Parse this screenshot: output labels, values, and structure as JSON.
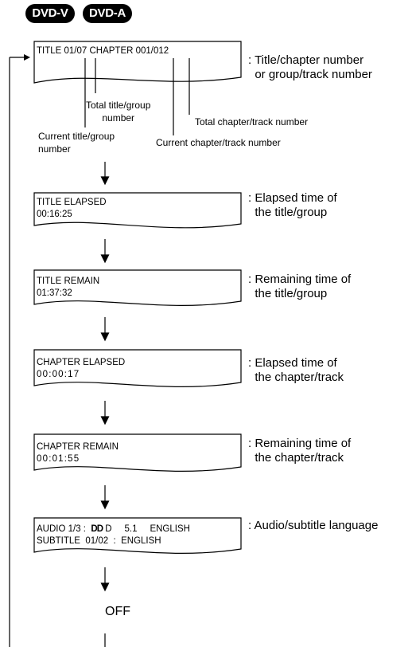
{
  "badges": [
    "DVD-V",
    "DVD-A"
  ],
  "screens": [
    {
      "line1": "TITLE 01/07 CHAPTER 001/012",
      "description": ": Title/chapter number\n  or group/track number"
    },
    {
      "line1": "TITLE ELAPSED",
      "line2": "00:16:25",
      "description": ": Elapsed time of\n  the title/group"
    },
    {
      "line1": "TITLE REMAIN",
      "line2": "01:37:32",
      "description": ": Remaining time of\n  the title/group"
    },
    {
      "line1": "CHAPTER ELAPSED",
      "line2": "00:00:17",
      "description": ": Elapsed time of\n  the chapter/track"
    },
    {
      "line1": "CHAPTER REMAIN",
      "line2": "00:01:55",
      "description": ": Remaining time of\n  the chapter/track"
    },
    {
      "line1_prefix": "AUDIO 1/3 :",
      "dolby_symbol": "DD",
      "line1_suffix": "D     5.1     ENGLISH",
      "line2": "SUBTITLE  01/02  :  ENGLISH",
      "description": ": Audio/subtitle language"
    }
  ],
  "annotations": {
    "total_title": "Total title/group\nnumber",
    "current_title": "Current title/group\nnumber",
    "total_chapter": "Total chapter/track number",
    "current_chapter": "Current chapter/track number"
  },
  "off_label": "OFF",
  "colors": {
    "ink": "#000000",
    "badge_bg": "#000000",
    "badge_text": "#ffffff"
  }
}
